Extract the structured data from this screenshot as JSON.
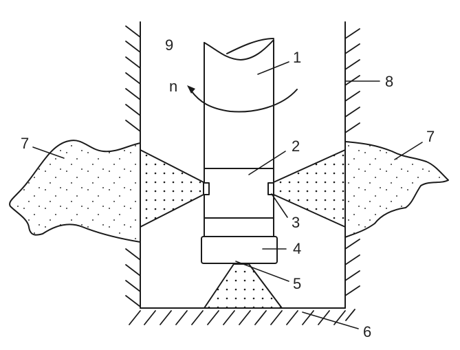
{
  "diagram": {
    "type": "engineering-cross-section",
    "description": "Borehole with rotating tool string, radial jet nozzles cutting into formation, bottom jet",
    "colors": {
      "line": "#1a1a1a",
      "dots": "#1a1a1a",
      "background": "#ffffff"
    }
  },
  "labels": {
    "l1": "1",
    "l2": "2",
    "l3": "3",
    "l4": "4",
    "l5": "5",
    "l6": "6",
    "l7_left": "7",
    "l7_right": "7",
    "l8": "8",
    "l9": "9",
    "rotation": "n"
  },
  "components": [
    {
      "id": "1",
      "name": "drill-pipe"
    },
    {
      "id": "2",
      "name": "nozzle-sub"
    },
    {
      "id": "3",
      "name": "radial-nozzle"
    },
    {
      "id": "4",
      "name": "bottom-sub"
    },
    {
      "id": "5",
      "name": "bottom-jet"
    },
    {
      "id": "6",
      "name": "hole-bottom"
    },
    {
      "id": "7",
      "name": "cavity-formation"
    },
    {
      "id": "8",
      "name": "borehole-wall"
    },
    {
      "id": "9",
      "name": "annulus"
    },
    {
      "id": "n",
      "name": "rotation-direction"
    }
  ]
}
